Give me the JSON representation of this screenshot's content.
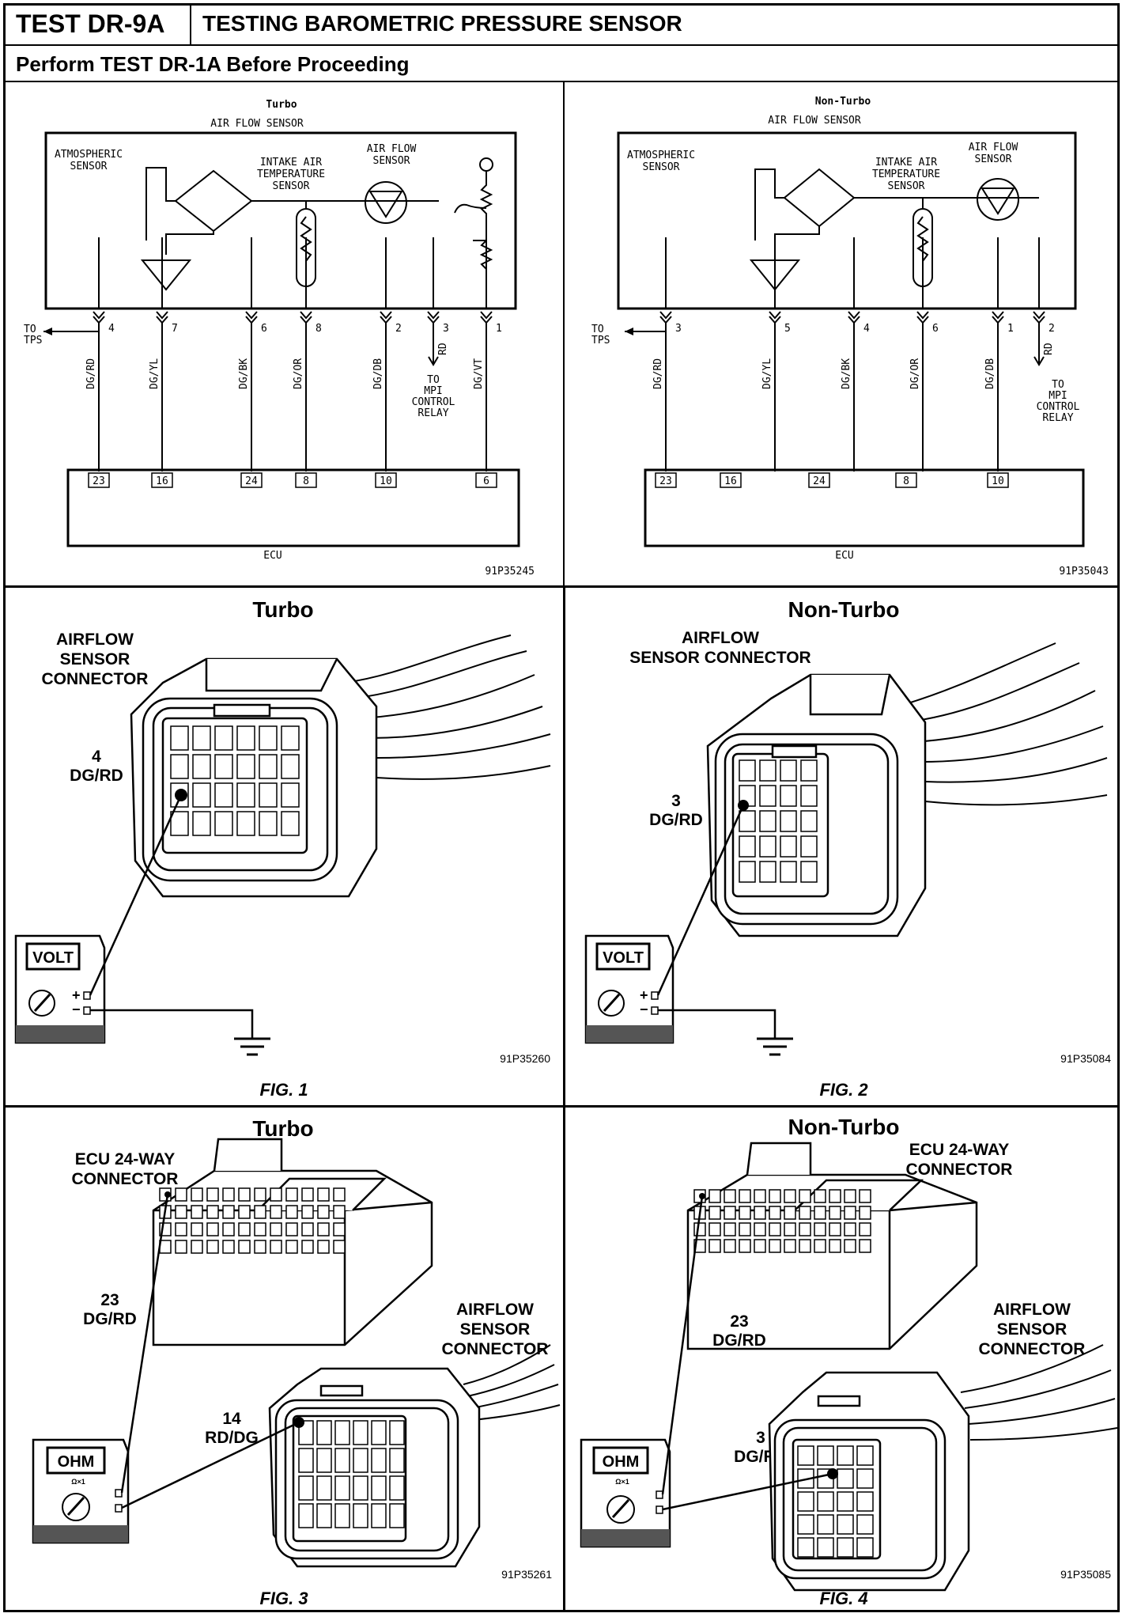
{
  "header": {
    "test_id": "TEST DR-9A",
    "title": "TESTING BAROMETRIC PRESSURE SENSOR",
    "prereq": "Perform TEST DR-1A Before Proceeding"
  },
  "schematic_turbo": {
    "title": "Turbo",
    "box_label": "AIR FLOW SENSOR",
    "atm_sensor": [
      "ATMOSPHERIC",
      "SENSOR"
    ],
    "intake_sensor": [
      "INTAKE AIR",
      "TEMPERATURE",
      "SENSOR"
    ],
    "airflow_sensor": [
      "AIR FLOW",
      "SENSOR"
    ],
    "to_tps": [
      "TO",
      "TPS"
    ],
    "pins": [
      "4",
      "7",
      "6",
      "8",
      "2",
      "3",
      "1"
    ],
    "wires": [
      "DG/RD",
      "DG/YL",
      "DG/BK",
      "DG/OR",
      "DG/DB",
      "RD",
      "DG/VT"
    ],
    "relay_note": [
      "TO",
      "MPI",
      "CONTROL",
      "RELAY"
    ],
    "ecu_pins": [
      "23",
      "16",
      "24",
      "8",
      "10",
      "6"
    ],
    "ecu_label": "ECU",
    "part_number": "91P35245"
  },
  "schematic_nonturbo": {
    "title": "Non-Turbo",
    "box_label": "AIR FLOW SENSOR",
    "atm_sensor": [
      "ATMOSPHERIC",
      "SENSOR"
    ],
    "intake_sensor": [
      "INTAKE AIR",
      "TEMPERATURE",
      "SENSOR"
    ],
    "airflow_sensor": [
      "AIR FLOW",
      "SENSOR"
    ],
    "to_tps": [
      "TO",
      "TPS"
    ],
    "pins": [
      "3",
      "5",
      "4",
      "6",
      "1",
      "2"
    ],
    "wires": [
      "DG/RD",
      "DG/YL",
      "DG/BK",
      "DG/OR",
      "DG/DB",
      "RD"
    ],
    "relay_note": [
      "TO",
      "MPI",
      "CONTROL",
      "RELAY"
    ],
    "ecu_pins": [
      "23",
      "16",
      "24",
      "8",
      "10"
    ],
    "ecu_label": "ECU",
    "part_number": "91P35043"
  },
  "fig1": {
    "title": "Turbo",
    "connector_label": [
      "AIRFLOW",
      "SENSOR",
      "CONNECTOR"
    ],
    "pin_label": [
      "4",
      "DG/RD"
    ],
    "meter": "VOLT",
    "plus": "+",
    "minus": "−",
    "part_number": "91P35260",
    "caption": "FIG. 1"
  },
  "fig2": {
    "title": "Non-Turbo",
    "connector_label": [
      "AIRFLOW",
      "SENSOR CONNECTOR"
    ],
    "pin_label": [
      "3",
      "DG/RD"
    ],
    "meter": "VOLT",
    "plus": "+",
    "minus": "−",
    "part_number": "91P35084",
    "caption": "FIG. 2"
  },
  "fig3": {
    "title": "Turbo",
    "ecu_label": [
      "ECU 24-WAY",
      "CONNECTOR"
    ],
    "pin_ecu": [
      "23",
      "DG/RD"
    ],
    "sensor_label": [
      "AIRFLOW",
      "SENSOR",
      "CONNECTOR"
    ],
    "pin_sensor": [
      "14",
      "RD/DG"
    ],
    "meter": "OHM",
    "range": "Ω×1",
    "part_number": "91P35261",
    "caption": "FIG. 3"
  },
  "fig4": {
    "title": "Non-Turbo",
    "ecu_label": [
      "ECU 24-WAY",
      "CONNECTOR"
    ],
    "pin_ecu": [
      "23",
      "DG/RD"
    ],
    "sensor_label": [
      "AIRFLOW",
      "SENSOR",
      "CONNECTOR"
    ],
    "pin_sensor": [
      "3",
      "DG/RD"
    ],
    "meter": "OHM",
    "range": "Ω×1",
    "part_number": "91P35085",
    "caption": "FIG. 4"
  }
}
